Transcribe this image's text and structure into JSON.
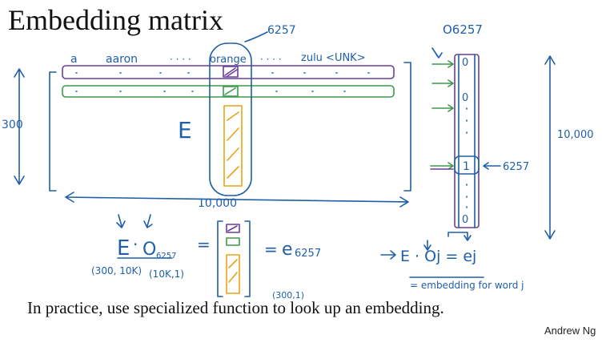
{
  "slide": {
    "title": "Embedding matrix",
    "caption": "In practice, use specialized function to look up an embedding.",
    "credit": "Andrew Ng"
  },
  "annotations": {
    "vocab_first": "a",
    "vocab_second": "aaron",
    "vocab_dots1": "· · · ·",
    "vocab_orange": "orange",
    "vocab_dots2": "· · · ·",
    "vocab_last": "zulu <UNK>",
    "orange_index": "6257",
    "rows": "300",
    "cols": "10,000",
    "matrix_label": "E",
    "onehot_label": "O6257",
    "onehot_top": "0",
    "onehot_mid": "0",
    "onehot_one": "1",
    "onehot_bottom": "0",
    "arrow_index": "6257",
    "vocab_size": "10,000",
    "eq_E": "E",
    "eq_dot": "·",
    "eq_O": "O",
    "eq_O_sub": "6257",
    "eq_dim_E": "(300, 10K)",
    "eq_dim_O": "(10K,1)",
    "eq_equals1": "=",
    "eq_equals2": "=",
    "eq_e": "e",
    "eq_e_sub": "6257",
    "result_dim": "(300,1)",
    "general_eq": "E · Oj = ej",
    "general_note": "= embedding for word j"
  },
  "colors": {
    "ink": "#1f5fa8",
    "purple": "#6a3f9a",
    "green": "#3d9a4a",
    "orange": "#e8a317"
  }
}
